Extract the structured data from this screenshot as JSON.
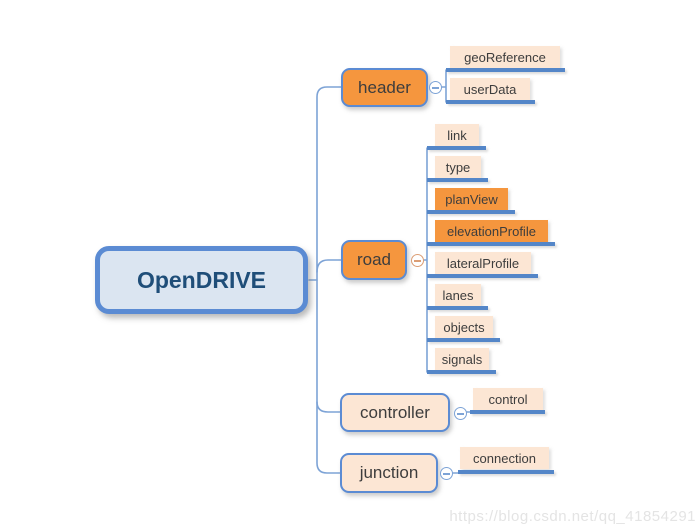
{
  "root": {
    "label": "OpenDRIVE"
  },
  "branches": [
    {
      "label": "header",
      "children": [
        {
          "label": "geoReference",
          "highlighted": false
        },
        {
          "label": "userData",
          "highlighted": false
        }
      ]
    },
    {
      "label": "road",
      "children": [
        {
          "label": "link",
          "highlighted": false
        },
        {
          "label": "type",
          "highlighted": false
        },
        {
          "label": "planView",
          "highlighted": true
        },
        {
          "label": "elevationProfile",
          "highlighted": true
        },
        {
          "label": "lateralProfile",
          "highlighted": false
        },
        {
          "label": "lanes",
          "highlighted": false
        },
        {
          "label": "objects",
          "highlighted": false
        },
        {
          "label": "signals",
          "highlighted": false
        }
      ]
    },
    {
      "label": "controller",
      "children": [
        {
          "label": "control",
          "highlighted": false
        }
      ]
    },
    {
      "label": "junction",
      "children": [
        {
          "label": "connection",
          "highlighted": false
        }
      ]
    }
  ],
  "icons": {
    "collapse": "minus-circle"
  },
  "colors": {
    "accent_blue": "#5b8bd3",
    "underline_blue": "#5486c8",
    "connector_blue": "#7da3d6",
    "highlight_orange": "#f5963e",
    "leaf_peach": "#fce6d4",
    "root_fill": "#dbe5f1",
    "root_text": "#1f4e79"
  },
  "watermark": "https://blog.csdn.net/qq_41854291"
}
